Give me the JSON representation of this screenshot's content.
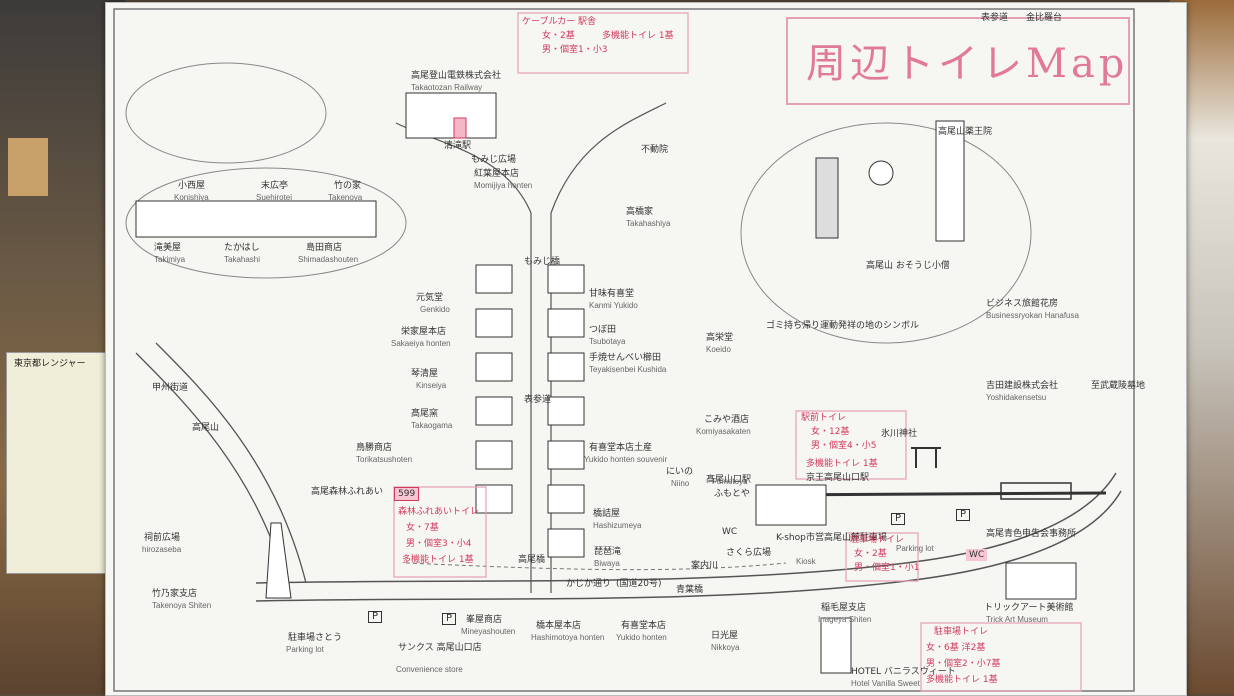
{
  "map": {
    "title": "周辺トイレMap",
    "top_labels": {
      "omotesando": "表参道",
      "kinpira": "金比羅台"
    },
    "cable_note": {
      "line1": "ケーブルカー 駅舎",
      "line2": "女・2基",
      "line3": "多機能トイレ 1基",
      "line4": "男・個室1・小3"
    },
    "landmarks": [
      {
        "jp": "高尾登山電鉄株式会社",
        "en": "Takaotozan Railway"
      },
      {
        "jp": "清滝駅",
        "en": ""
      },
      {
        "jp": "もみじ広場",
        "en": ""
      },
      {
        "jp": "紅葉屋本店",
        "en": "Momijiya honten"
      },
      {
        "jp": "小西屋",
        "en": "Konishiya"
      },
      {
        "jp": "末広亭",
        "en": "Suehirotei"
      },
      {
        "jp": "竹の家",
        "en": "Takenoya"
      },
      {
        "jp": "滝美屋",
        "en": "Takimiya"
      },
      {
        "jp": "たかはし",
        "en": "Takahashi"
      },
      {
        "jp": "島田商店",
        "en": "Shimadashouten"
      },
      {
        "jp": "高橋家",
        "en": "Takahashiya"
      },
      {
        "jp": "不動院",
        "en": ""
      },
      {
        "jp": "甘味有喜堂",
        "en": "Kanmi Yukido"
      },
      {
        "jp": "元気堂",
        "en": "Genkido"
      },
      {
        "jp": "栄家屋本店",
        "en": "Sakaeiya honten"
      },
      {
        "jp": "つぼ田",
        "en": "Tsubotaya"
      },
      {
        "jp": "手焼せんべい櫛田",
        "en": "Teyakisenbei Kushida"
      },
      {
        "jp": "琴清屋",
        "en": "Kinseiya"
      },
      {
        "jp": "髙尾窯",
        "en": "Takaogama"
      },
      {
        "jp": "鳥勝商店",
        "en": "Torikatsushoten"
      },
      {
        "jp": "有喜堂本店土産",
        "en": "Yukido honten souvenir"
      },
      {
        "jp": "こみや酒店",
        "en": "Komiyasakaten"
      },
      {
        "jp": "にいの",
        "en": "Niino"
      },
      {
        "jp": "橋詰屋",
        "en": "Hashizumeya"
      },
      {
        "jp": "琵琶滝",
        "en": "Biwaya"
      },
      {
        "jp": "高尾森林ふれあい",
        "en": ""
      },
      {
        "jp": "髙尾山口駅",
        "en": ""
      },
      {
        "jp": "高栄堂",
        "en": "Koeido"
      },
      {
        "jp": "高尾山 おそうじ小僧",
        "en": ""
      },
      {
        "jp": "ゴミ持ち帰り運動発祥の地のシンボル",
        "en": ""
      },
      {
        "jp": "ビジネス旅館花房",
        "en": "Businessryokan Hanafusa"
      },
      {
        "jp": "吉田建設株式会社",
        "en": "Yoshidakensetsu"
      },
      {
        "jp": "氷川神社",
        "en": ""
      },
      {
        "jp": "ふもとや",
        "en": "Fumotoya"
      },
      {
        "jp": "京王高尾山口駅",
        "en": ""
      },
      {
        "jp": "K-shop",
        "en": "Kiosk"
      },
      {
        "jp": "市営高尾山麓駐車場",
        "en": "Parking lot"
      },
      {
        "jp": "高尾青色申告会事務所",
        "en": ""
      },
      {
        "jp": "さくら広場",
        "en": ""
      },
      {
        "jp": "案内川",
        "en": ""
      },
      {
        "jp": "かじか通り",
        "en": "(国道20号)"
      },
      {
        "jp": "青葉橋",
        "en": ""
      },
      {
        "jp": "稲毛屋支店",
        "en": "Inageya Shiten"
      },
      {
        "jp": "トリックアート美術館",
        "en": "Trick Art Museum"
      },
      {
        "jp": "竹乃家支店",
        "en": "Takenoya Shiten"
      },
      {
        "jp": "駐車場さとう",
        "en": "Parking lot"
      },
      {
        "jp": "サンクス 高尾山口店",
        "en": "Convenience store"
      },
      {
        "jp": "峯屋商店",
        "en": "Mineyashouten"
      },
      {
        "jp": "橋本屋本店",
        "en": "Hashimotoya honten"
      },
      {
        "jp": "有喜堂本店",
        "en": "Yukido honten"
      },
      {
        "jp": "日光屋",
        "en": "Nikkoya"
      },
      {
        "jp": "HOTEL バニラスウィート",
        "en": "Hotel Vanilla Sweet"
      },
      {
        "jp": "祠前広場",
        "en": "hirozaseba"
      },
      {
        "jp": "表参道",
        "en": ""
      },
      {
        "jp": "高尾橋",
        "en": ""
      },
      {
        "jp": "もみじ橋",
        "en": ""
      },
      {
        "jp": "甲州街道",
        "en": ""
      },
      {
        "jp": "高尾山",
        "en": ""
      },
      {
        "jp": "至武蔵陵墓地",
        "en": ""
      },
      {
        "jp": "高尾山薬王院",
        "en": ""
      }
    ],
    "toilet_notes": [
      {
        "line1": "駅前トイレ",
        "line2": "女・12基",
        "line3": "男・個室4・小5",
        "line4": "多機能トイレ 1基"
      },
      {
        "line1": "駐車場トイレ",
        "line2": "女・2基",
        "line3": "男・個室1・小1",
        "line4": ""
      },
      {
        "line1": "駐車場トイレ",
        "line2": "女・6基 洋2基",
        "line3": "男・個室2・小7基",
        "line4": "多機能トイレ 1基"
      },
      {
        "line1": "森林ふれあいトイレ",
        "line2": "女・7基",
        "line3": "男・個室3・小4",
        "line4": "多機能トイレ 1基"
      }
    ],
    "badges": {
      "shelter": "599",
      "wc1": "WC",
      "wc2": "WC"
    },
    "symbols": {
      "parking": "P"
    },
    "flyer_title": "東京都レンジャー",
    "colors": {
      "pink": "#d23a5e",
      "ink": "#333333"
    }
  }
}
